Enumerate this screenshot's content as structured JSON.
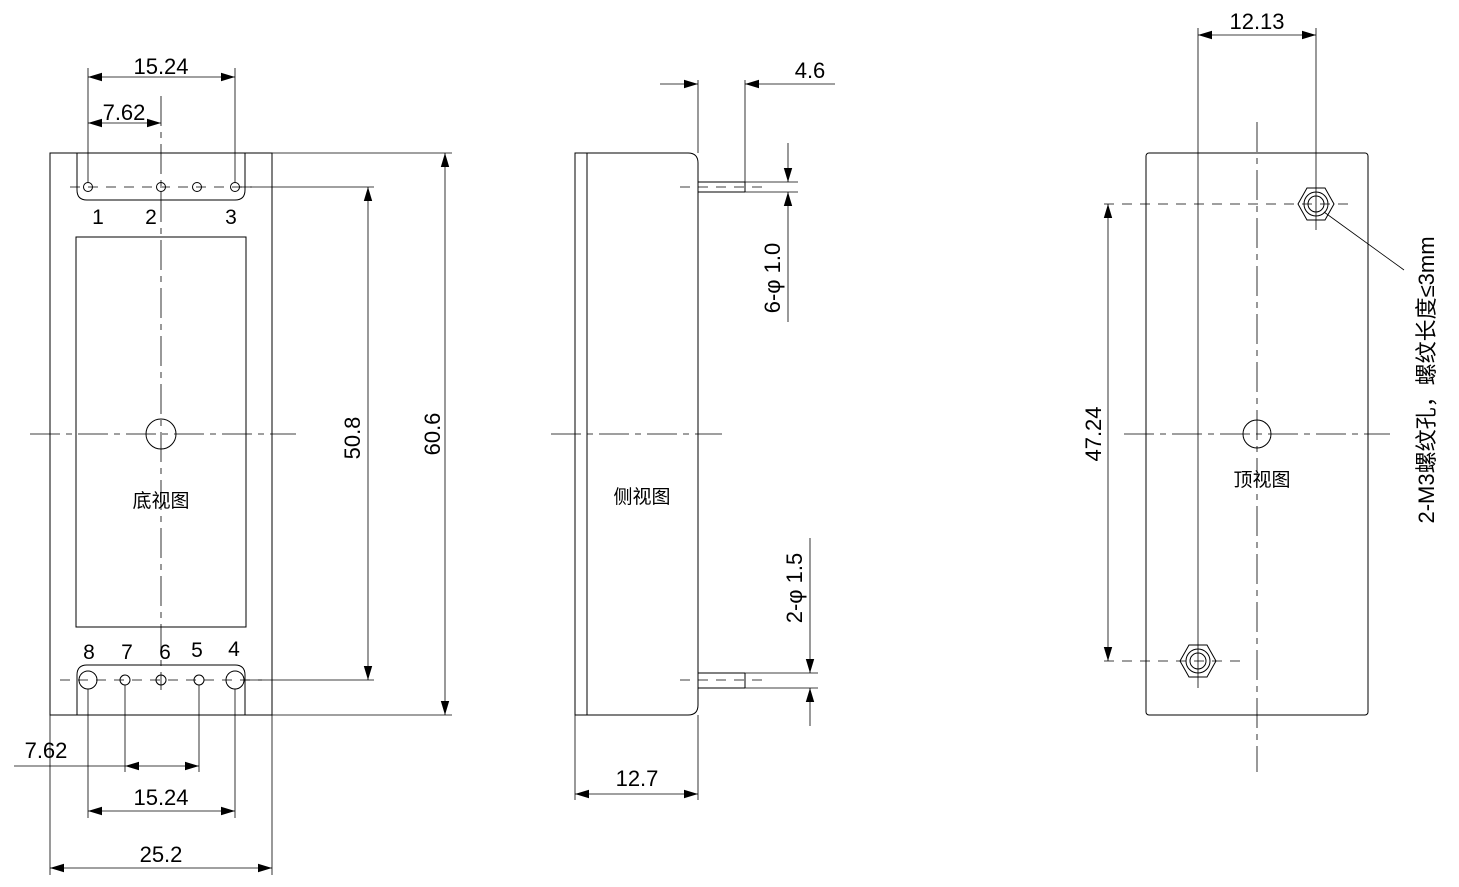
{
  "bottom_view": {
    "label": "底视图",
    "pins_top": [
      "1",
      "2",
      "3"
    ],
    "pins_bottom": [
      "8",
      "7",
      "6",
      "5",
      "4"
    ],
    "dims": {
      "top_span": "15.24",
      "top_half": "7.62",
      "bottom_half": "7.62",
      "bottom_span": "15.24",
      "width": "25.2",
      "pin_spacing": "50.8",
      "length": "60.6"
    }
  },
  "side_view": {
    "label": "侧视图",
    "dims": {
      "pin_length": "4.6",
      "pin_small": "6-φ 1.0",
      "pin_large": "2-φ 1.5",
      "height": "12.7"
    }
  },
  "top_view": {
    "label": "顶视图",
    "dims": {
      "hole_offset": "12.13",
      "hole_spacing": "47.24"
    },
    "note": "2-M3螺纹孔，螺纹长度≤3mm"
  }
}
